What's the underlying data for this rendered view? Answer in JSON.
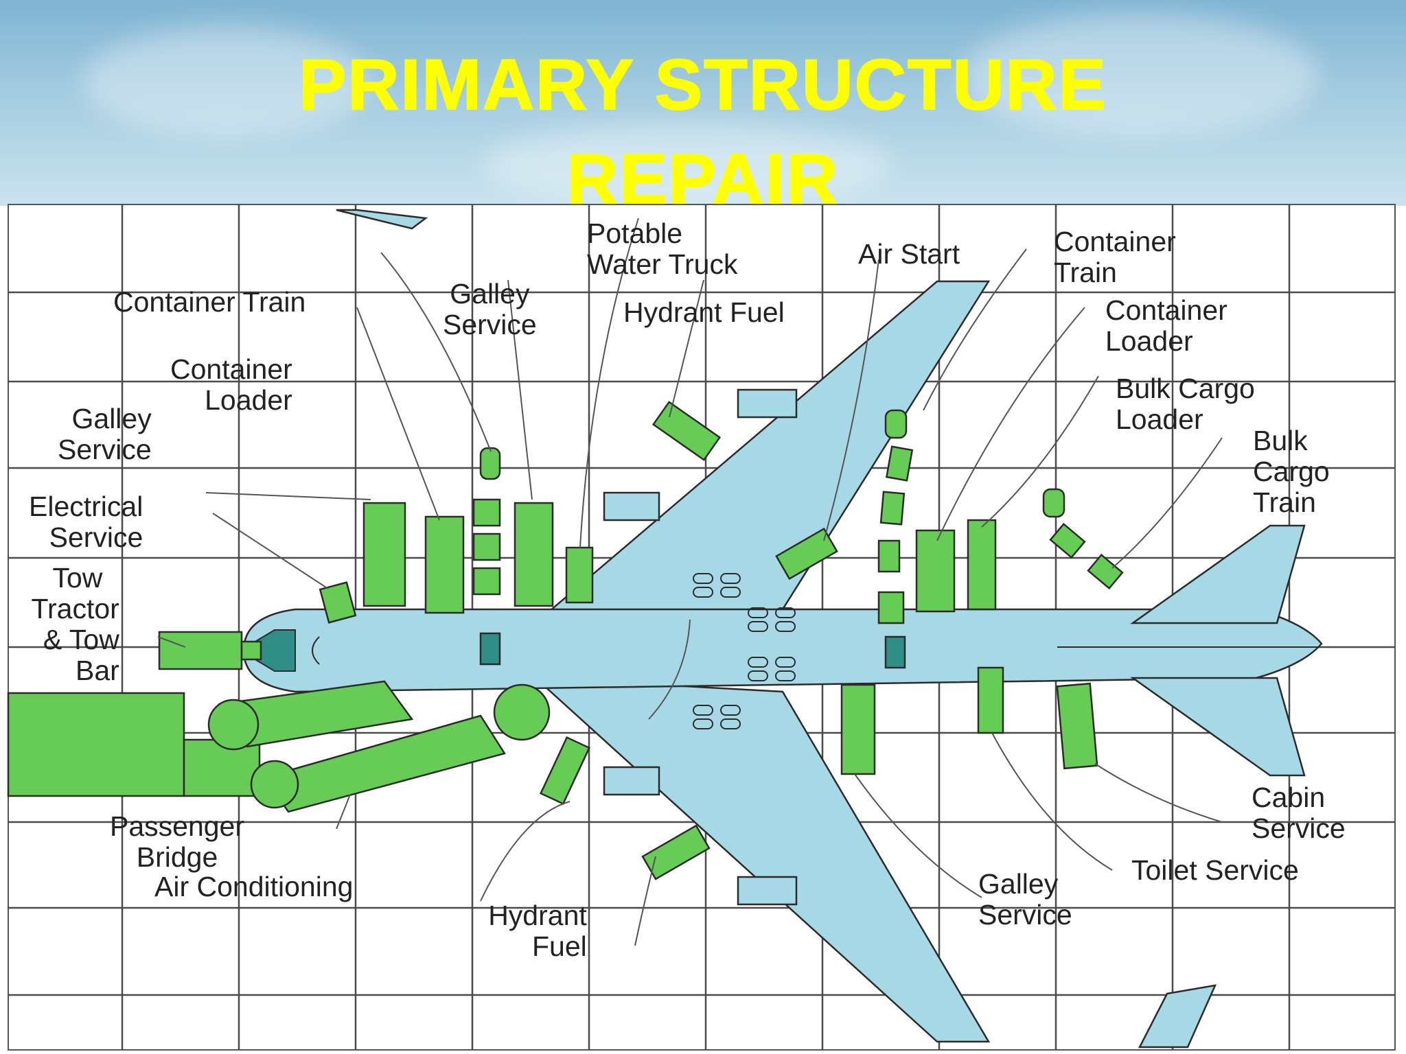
{
  "title": {
    "line1": "PRIMARY STRUCTURE",
    "line2": "REPAIR"
  },
  "labels": {
    "potable_water_truck": [
      "Potable",
      "Water Truck"
    ],
    "air_start": "Air Start",
    "container_train_top_right": [
      "Container",
      "Train"
    ],
    "container_train_left": "Container Train",
    "galley_service_top": [
      "Galley",
      "Service"
    ],
    "hydrant_fuel_top": "Hydrant Fuel",
    "container_loader_right": [
      "Container",
      "Loader"
    ],
    "container_loader_left": [
      "Container",
      "Loader"
    ],
    "bulk_cargo_loader": [
      "Bulk Cargo",
      "Loader"
    ],
    "galley_service_left": [
      "Galley",
      "Service"
    ],
    "bulk_cargo_train": [
      "Bulk",
      "Cargo",
      "Train"
    ],
    "electrical_service": [
      "Electrical",
      "Service"
    ],
    "tow_tractor": [
      "Tow",
      "Tractor",
      "& Tow",
      "Bar"
    ],
    "passenger_bridge": [
      "Passenger",
      "Bridge"
    ],
    "cabin_service": [
      "Cabin",
      "Service"
    ],
    "toilet_service": "Toilet Service",
    "air_conditioning": "Air Conditioning",
    "galley_service_bottom": [
      "Galley",
      "Service"
    ],
    "hydrant_fuel_bottom": [
      "Hydrant",
      "Fuel"
    ]
  },
  "colors": {
    "title": "#ffff00",
    "aircraft": "#a7d8e6",
    "aircraft_outline": "#2b2b2b",
    "equipment": "#66cc55",
    "equipment_dark": "#2f8f86",
    "grid": "#4a4a4a"
  }
}
